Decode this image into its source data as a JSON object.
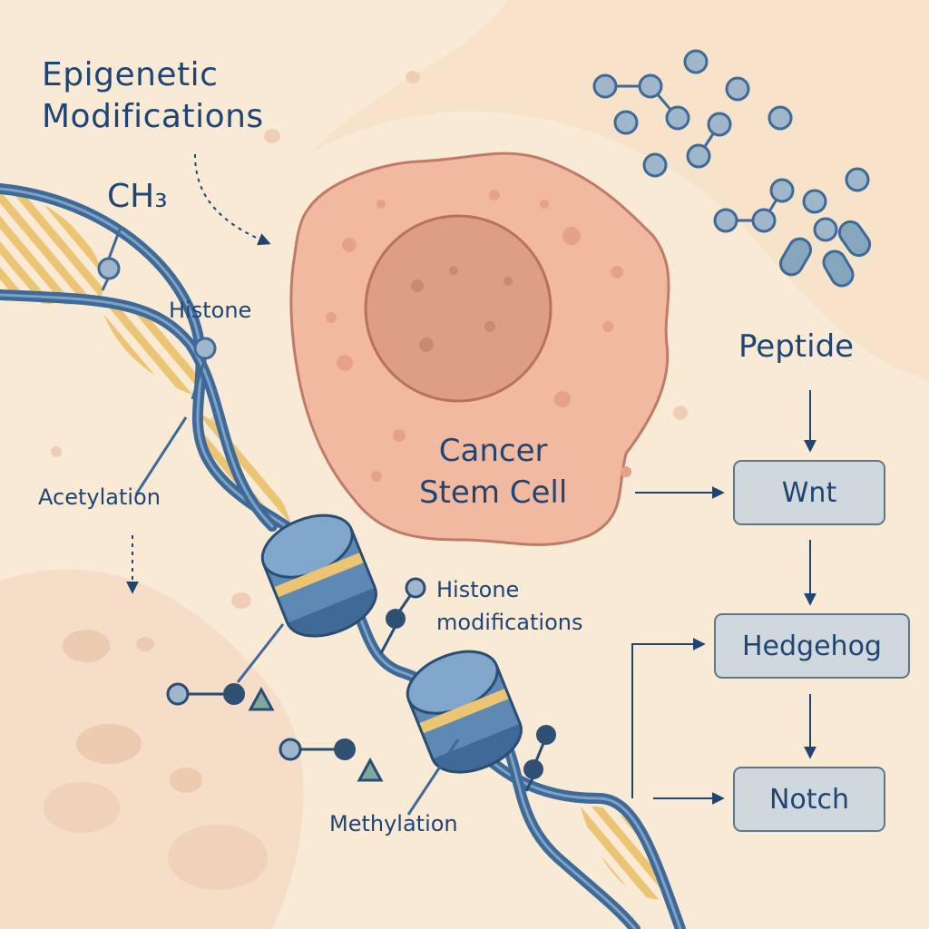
{
  "title": {
    "line1": "Epigenetic",
    "line2": "Modifications"
  },
  "labels": {
    "ch3": "CH₃",
    "histone": "Histone",
    "acetylation": "Acetylation",
    "histone_modifications_line1": "Histone",
    "histone_modifications_line2": "modifications",
    "methylation": "Methylation",
    "peptide": "Peptide"
  },
  "cell": {
    "line1": "Cancer",
    "line2": "Stem Cell"
  },
  "pathways": [
    "Wnt",
    "Hedgehog",
    "Notch"
  ],
  "colors": {
    "background": "#f9ead6",
    "dna_strand": "#3f6a98",
    "base_pairs": "#ebc573",
    "cell_body": "#f2b9a1",
    "nucleus": "#de9d86",
    "text": "#1f4575",
    "pathway_box": "#cfd8dd",
    "molecule": "#9fb6cb"
  }
}
